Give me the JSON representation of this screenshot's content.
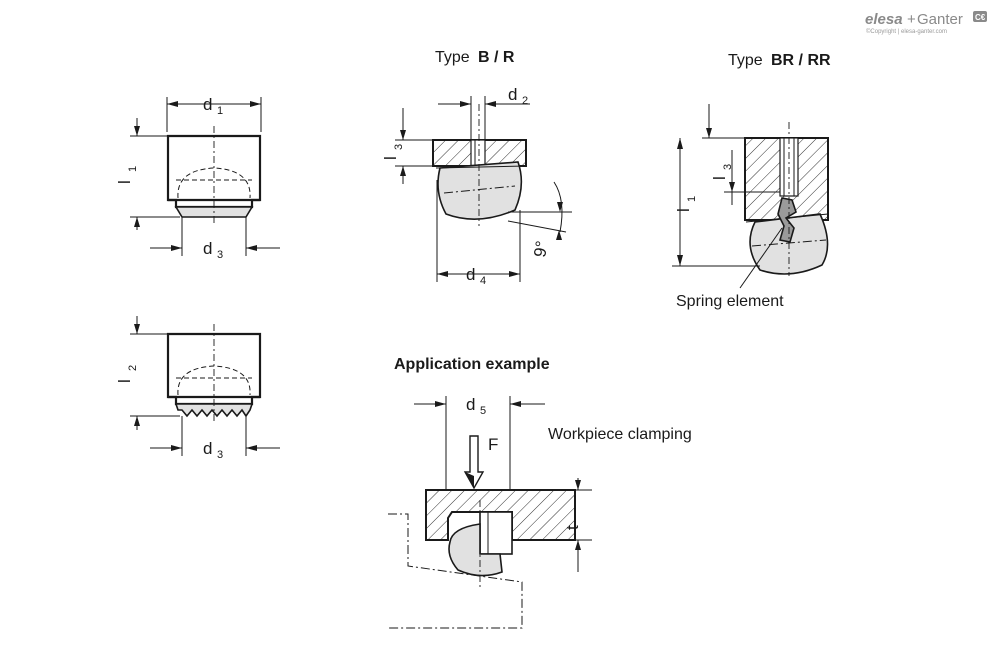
{
  "logo": {
    "brand_a": "elesa",
    "plus": "+",
    "brand_b": "Ganter",
    "copyright": "©Copyright | elesa-ganter.com",
    "mark": "C€"
  },
  "titles": {
    "type_b_prefix": "Type ",
    "type_b_bold": "B / R",
    "type_br_prefix": "Type ",
    "type_br_bold": "BR / RR",
    "application": "Application example"
  },
  "dimensions": {
    "d1": {
      "main": "d",
      "sub": "1"
    },
    "d2": {
      "main": "d",
      "sub": "2"
    },
    "d3_top": {
      "main": "d",
      "sub": "3"
    },
    "d3_bottom": {
      "main": "d",
      "sub": "3"
    },
    "d4": {
      "main": "d",
      "sub": "4"
    },
    "d5": {
      "main": "d",
      "sub": "5"
    },
    "l1": {
      "main": "l",
      "sub": "1"
    },
    "l2": {
      "main": "l",
      "sub": "2"
    },
    "l3_b": {
      "main": "l",
      "sub": "3"
    },
    "l3_br": {
      "main": "l",
      "sub": "3"
    },
    "l1_br": {
      "main": "l",
      "sub": "1"
    },
    "angle": "9°",
    "force": "F",
    "t": "t"
  },
  "annotations": {
    "spring_element": "Spring element",
    "workpiece_clamping": "Workpiece clamping"
  }
}
